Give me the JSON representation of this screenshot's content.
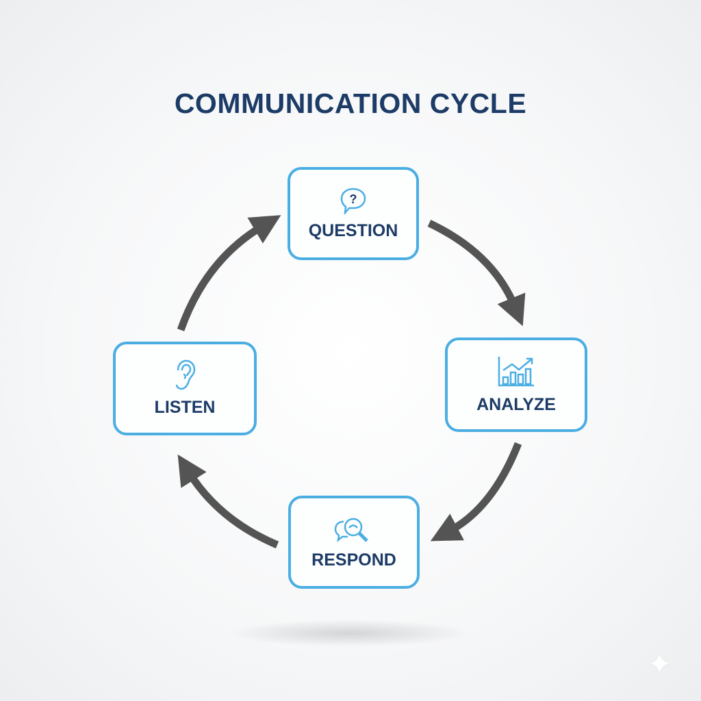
{
  "title": "COMMUNICATION CYCLE",
  "steps": [
    {
      "label": "QUESTION",
      "icon": "question-speech-bubble-icon"
    },
    {
      "label": "ANALYZE",
      "icon": "bar-chart-trend-icon"
    },
    {
      "label": "RESPOND",
      "icon": "speech-bubble-magnifier-icon"
    },
    {
      "label": "LISTEN",
      "icon": "ear-icon"
    }
  ],
  "colors": {
    "accent": "#4aaee3",
    "text": "#1c3b66",
    "arrow": "#545454"
  }
}
